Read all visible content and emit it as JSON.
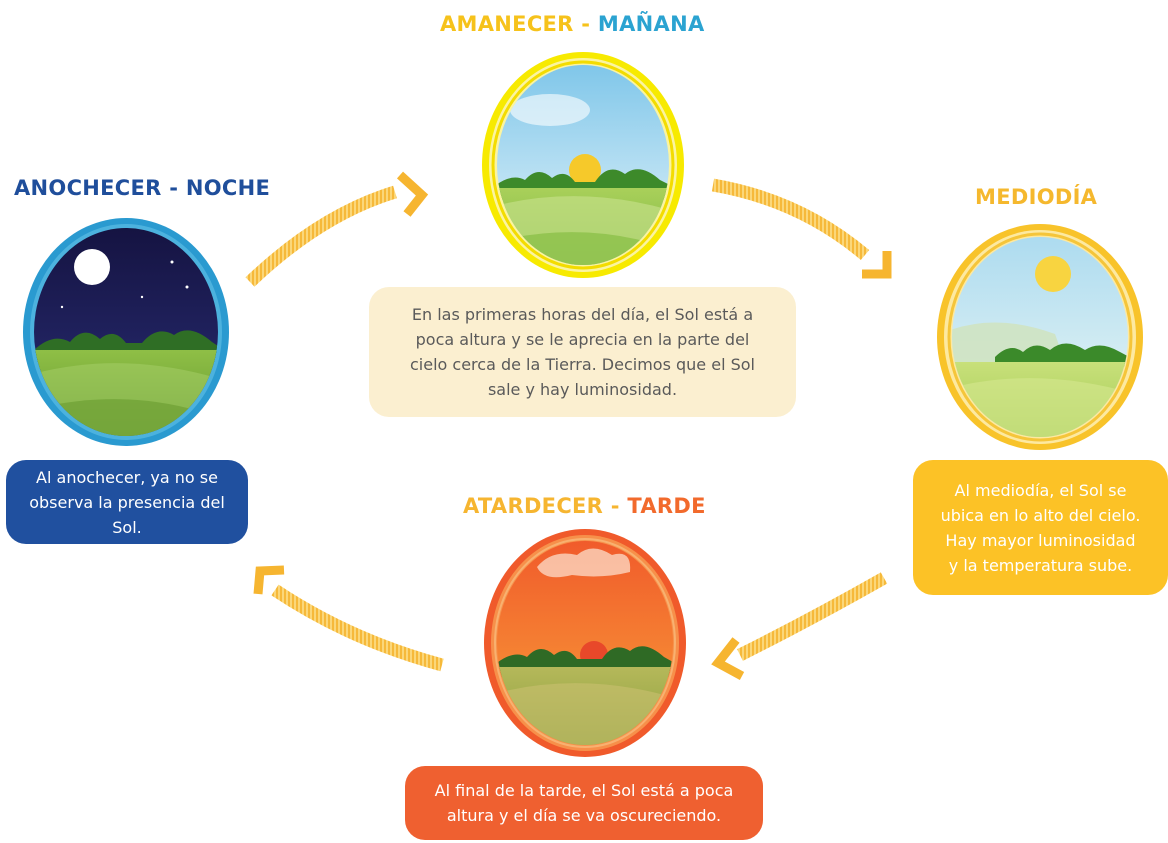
{
  "colors": {
    "amanecer": "#f6e000",
    "manana": "#2ba3d1",
    "night": "#1f4e9b",
    "mediodia": "#f5b82e",
    "atardecer": "#f26a2c",
    "arrow": "#f9c347",
    "box_amanecer": "#fbefd0",
    "box_anochecer": "#20509f",
    "box_mediodia": "#fcc226",
    "box_atardecer": "#ef6030"
  },
  "icons": {
    "amanecer": "sunrise-scene-icon",
    "anochecer": "night-scene-icon",
    "mediodia": "noon-scene-icon",
    "atardecer": "sunset-scene-icon",
    "arrow": "cycle-arrow-icon"
  },
  "stages": {
    "amanecer": {
      "title_part1": "AMANECER - ",
      "title_part2": "MAÑANA",
      "text_lines": [
        "En las primeras horas del día, el Sol está a",
        "poca altura y se le aprecia en la parte del",
        "cielo cerca de la Tierra. Decimos que el Sol",
        "sale y hay luminosidad."
      ]
    },
    "anochecer": {
      "title": "ANOCHECER - NOCHE",
      "text_lines": [
        "Al anochecer, ya no se",
        "observa la presencia del",
        "Sol."
      ]
    },
    "mediodia": {
      "title": "MEDIODÍA",
      "text_lines": [
        "Al mediodía, el Sol se",
        "ubica en lo alto del cielo.",
        "Hay mayor luminosidad",
        "y la temperatura sube."
      ]
    },
    "atardecer": {
      "title_part1": "ATARDECER - ",
      "title_part2": "TARDE",
      "text_lines": [
        "Al final de la tarde, el Sol está a poca",
        "altura y el día se va oscureciendo."
      ]
    }
  }
}
